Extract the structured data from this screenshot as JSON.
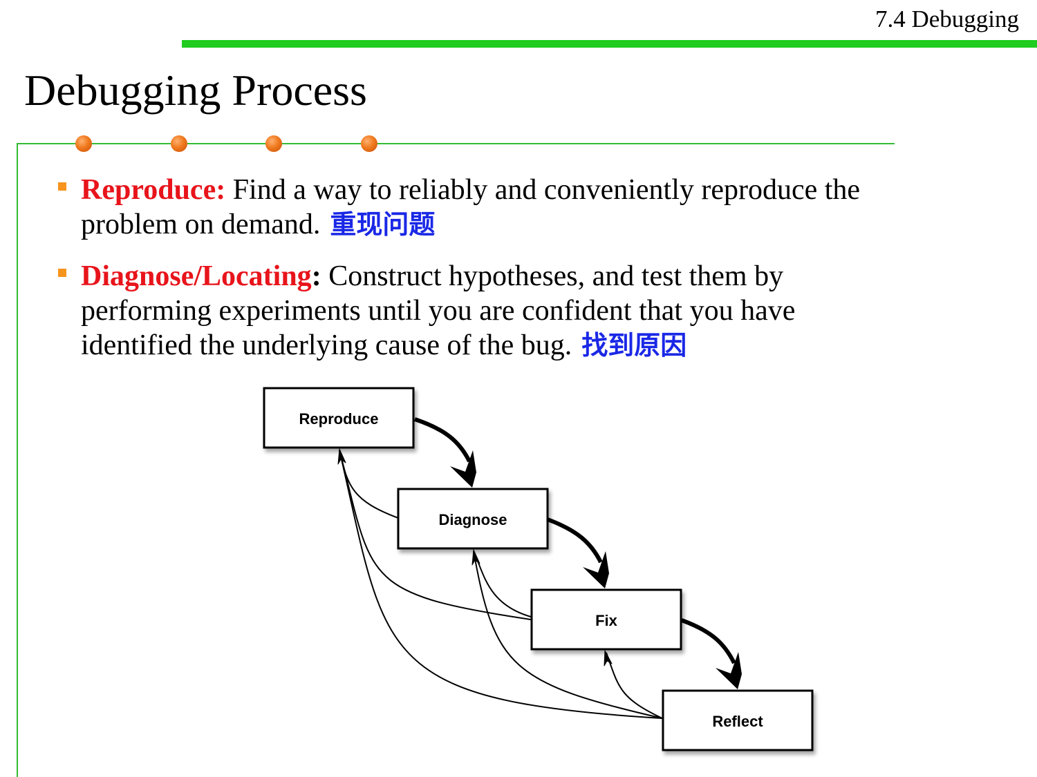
{
  "header": {
    "section_label": "7.4 Debugging"
  },
  "slide": {
    "title": "Debugging Process"
  },
  "bullets": [
    {
      "term": "Reproduce:",
      "text": " Find a way to reliably and conveniently reproduce the problem on demand.",
      "cn": "重现问题"
    },
    {
      "term": "Diagnose/Locating",
      "colon": ":",
      "text": " Construct hypotheses, and test them by performing experiments until you are confident that you have identified the underlying cause of the bug.",
      "cn": "找到原因"
    }
  ],
  "diagram": {
    "nodes": [
      {
        "id": "reproduce",
        "label": "Reproduce"
      },
      {
        "id": "diagnose",
        "label": "Diagnose"
      },
      {
        "id": "fix",
        "label": "Fix"
      },
      {
        "id": "reflect",
        "label": "Reflect"
      }
    ],
    "forward_edges": [
      {
        "from": "reproduce",
        "to": "diagnose"
      },
      {
        "from": "diagnose",
        "to": "fix"
      },
      {
        "from": "fix",
        "to": "reflect"
      }
    ],
    "backward_edges": [
      {
        "from": "diagnose",
        "to": "reproduce"
      },
      {
        "from": "fix",
        "to": "reproduce"
      },
      {
        "from": "fix",
        "to": "diagnose"
      },
      {
        "from": "reflect",
        "to": "reproduce"
      },
      {
        "from": "reflect",
        "to": "diagnose"
      },
      {
        "from": "reflect",
        "to": "fix"
      }
    ]
  },
  "colors": {
    "accent_green": "#1fcc1f",
    "term_red": "#e8141b",
    "cn_blue": "#1a28e6",
    "bullet_orange": "#f7941d"
  }
}
